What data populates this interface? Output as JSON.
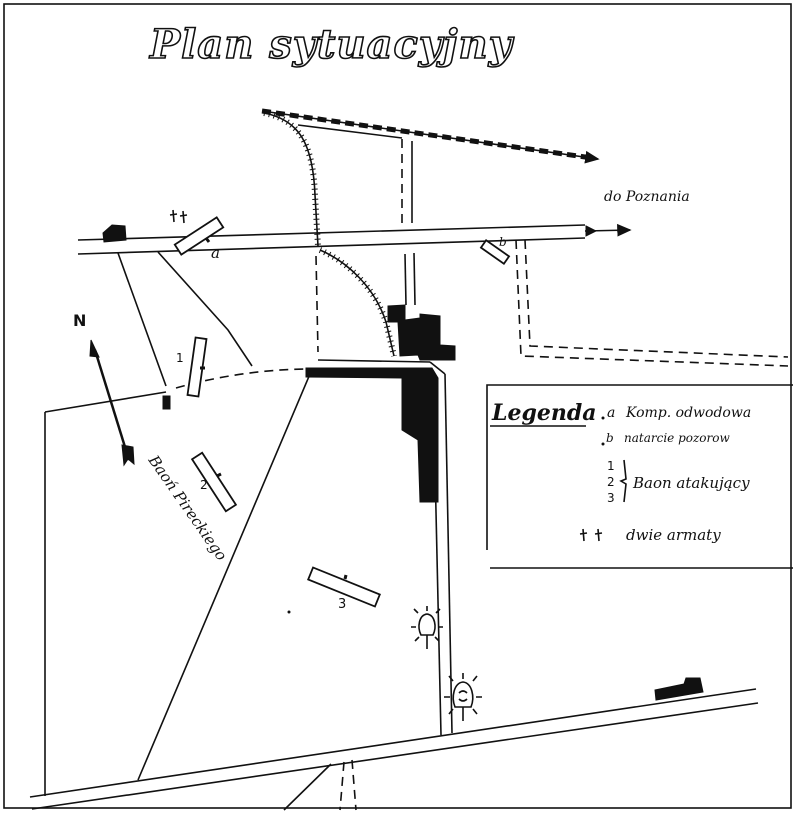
{
  "title": "Plan sytuacyjny",
  "labels": {
    "direction": "do Poznania",
    "north": "N",
    "unit_a": "a",
    "unit_b": "b",
    "unit_1": "1",
    "unit_2": "2",
    "unit_3": "3",
    "road_unit": "Baoń Pireckiego"
  },
  "legend": {
    "heading": "Legenda",
    "items": [
      {
        "key": "a",
        "text": "Komp. odwodowa"
      },
      {
        "key": "b",
        "text": "natarcie pozorow"
      }
    ],
    "battalion": {
      "keys": [
        "1",
        "2",
        "3"
      ],
      "text": "Baon atakujący"
    },
    "cannons": {
      "text": "dwie armaty",
      "icon": "cannon-pair-icon"
    }
  },
  "colors": {
    "ink": "#111111",
    "paper": "#ffffff"
  }
}
